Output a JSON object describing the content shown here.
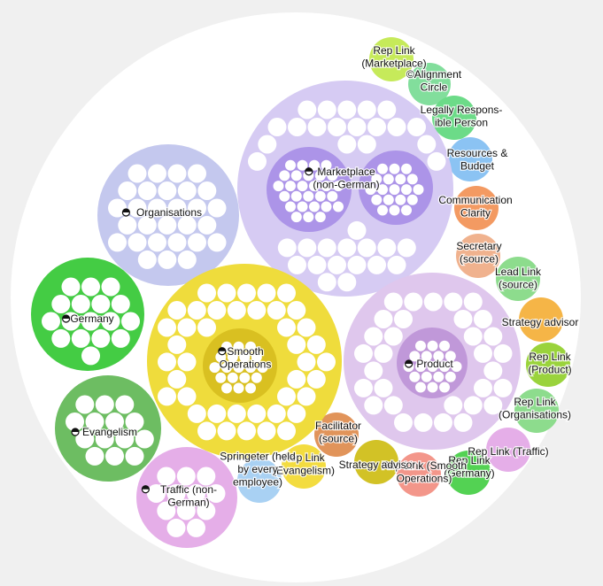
{
  "circles": [
    {
      "id": "organisations",
      "lines": [
        "Organisations"
      ],
      "color": "#c4c8ee",
      "is_circle": true
    },
    {
      "id": "marketplace",
      "lines": [
        "Marketplace",
        "(non-German)"
      ],
      "color": "#d6cbf3",
      "inner_color": "#ac94e8",
      "is_circle": true
    },
    {
      "id": "germany",
      "lines": [
        "Germany"
      ],
      "color": "#44cc44",
      "is_circle": true
    },
    {
      "id": "smooth-operations",
      "lines": [
        "Smooth",
        "Operations"
      ],
      "color": "#efdc3c",
      "inner_color": "#d9c021",
      "is_circle": true
    },
    {
      "id": "product",
      "lines": [
        "Product"
      ],
      "color": "#dfc7ed",
      "inner_color": "#c098d9",
      "is_circle": true
    },
    {
      "id": "evangelism",
      "lines": [
        "Evangelism"
      ],
      "color": "#6dbd62",
      "is_circle": true
    },
    {
      "id": "traffic",
      "lines": [
        "Traffic (non-",
        "German)"
      ],
      "color": "#e5aee8",
      "is_circle": true
    }
  ],
  "roles": [
    {
      "id": "rep-link-marketplace",
      "lines": [
        "Rep Link",
        "(Marketplace)"
      ],
      "color": "#c6ea5a"
    },
    {
      "id": "alignment-circle",
      "lines": [
        "©Alignment",
        "Circle"
      ],
      "color": "#82de9c"
    },
    {
      "id": "legally-responsible-person",
      "lines": [
        "Legally Respons-",
        "ible Person"
      ],
      "color": "#6cdb88"
    },
    {
      "id": "resources-budget",
      "lines": [
        "Resources &",
        "Budget"
      ],
      "color": "#8bc3f3"
    },
    {
      "id": "communication-clarity",
      "lines": [
        "Communication",
        "Clarity"
      ],
      "color": "#f39a62"
    },
    {
      "id": "secretary",
      "lines": [
        "Secretary",
        "(source)"
      ],
      "color": "#f0b28e"
    },
    {
      "id": "lead-link",
      "lines": [
        "Lead Link",
        "(source)"
      ],
      "color": "#8ddc8d"
    },
    {
      "id": "strategy-advisor-1",
      "lines": [
        "Strategy advisor"
      ],
      "color": "#f5b547"
    },
    {
      "id": "rep-link-product",
      "lines": [
        "Rep Link",
        "(Product)"
      ],
      "color": "#9ad33c"
    },
    {
      "id": "rep-link-organisations",
      "lines": [
        "Rep Link",
        "(Organisations)"
      ],
      "color": "#8ddc8d"
    },
    {
      "id": "rep-link-traffic",
      "lines": [
        "Rep Link (Traffic)"
      ],
      "color": "#e5aee8"
    },
    {
      "id": "rep-link-germany",
      "lines": [
        "Rep Link",
        "(Germany)"
      ],
      "color": "#53d253"
    },
    {
      "id": "rep-link-smooth-operations",
      "lines": [
        "Rep Link (Smooth",
        "Operations)"
      ],
      "color": "#f3968a"
    },
    {
      "id": "strategy-advisor-2",
      "lines": [
        "Strategy advisor"
      ],
      "color": "#d2c226"
    },
    {
      "id": "facilitator",
      "lines": [
        "Facilitator",
        "(source)"
      ],
      "color": "#e1945a"
    },
    {
      "id": "rep-link-evangelism",
      "lines": [
        "Rep Link",
        "(Evangelism)"
      ],
      "color": "#f3dc40"
    },
    {
      "id": "springeter",
      "lines": [
        "Springeter (held",
        "by every",
        "employee)"
      ],
      "color": "#a9d1f3"
    }
  ],
  "colors": {
    "background": "#f0f0f0",
    "outer_circle": "#ffffff",
    "member_dot": "#ffffff"
  }
}
